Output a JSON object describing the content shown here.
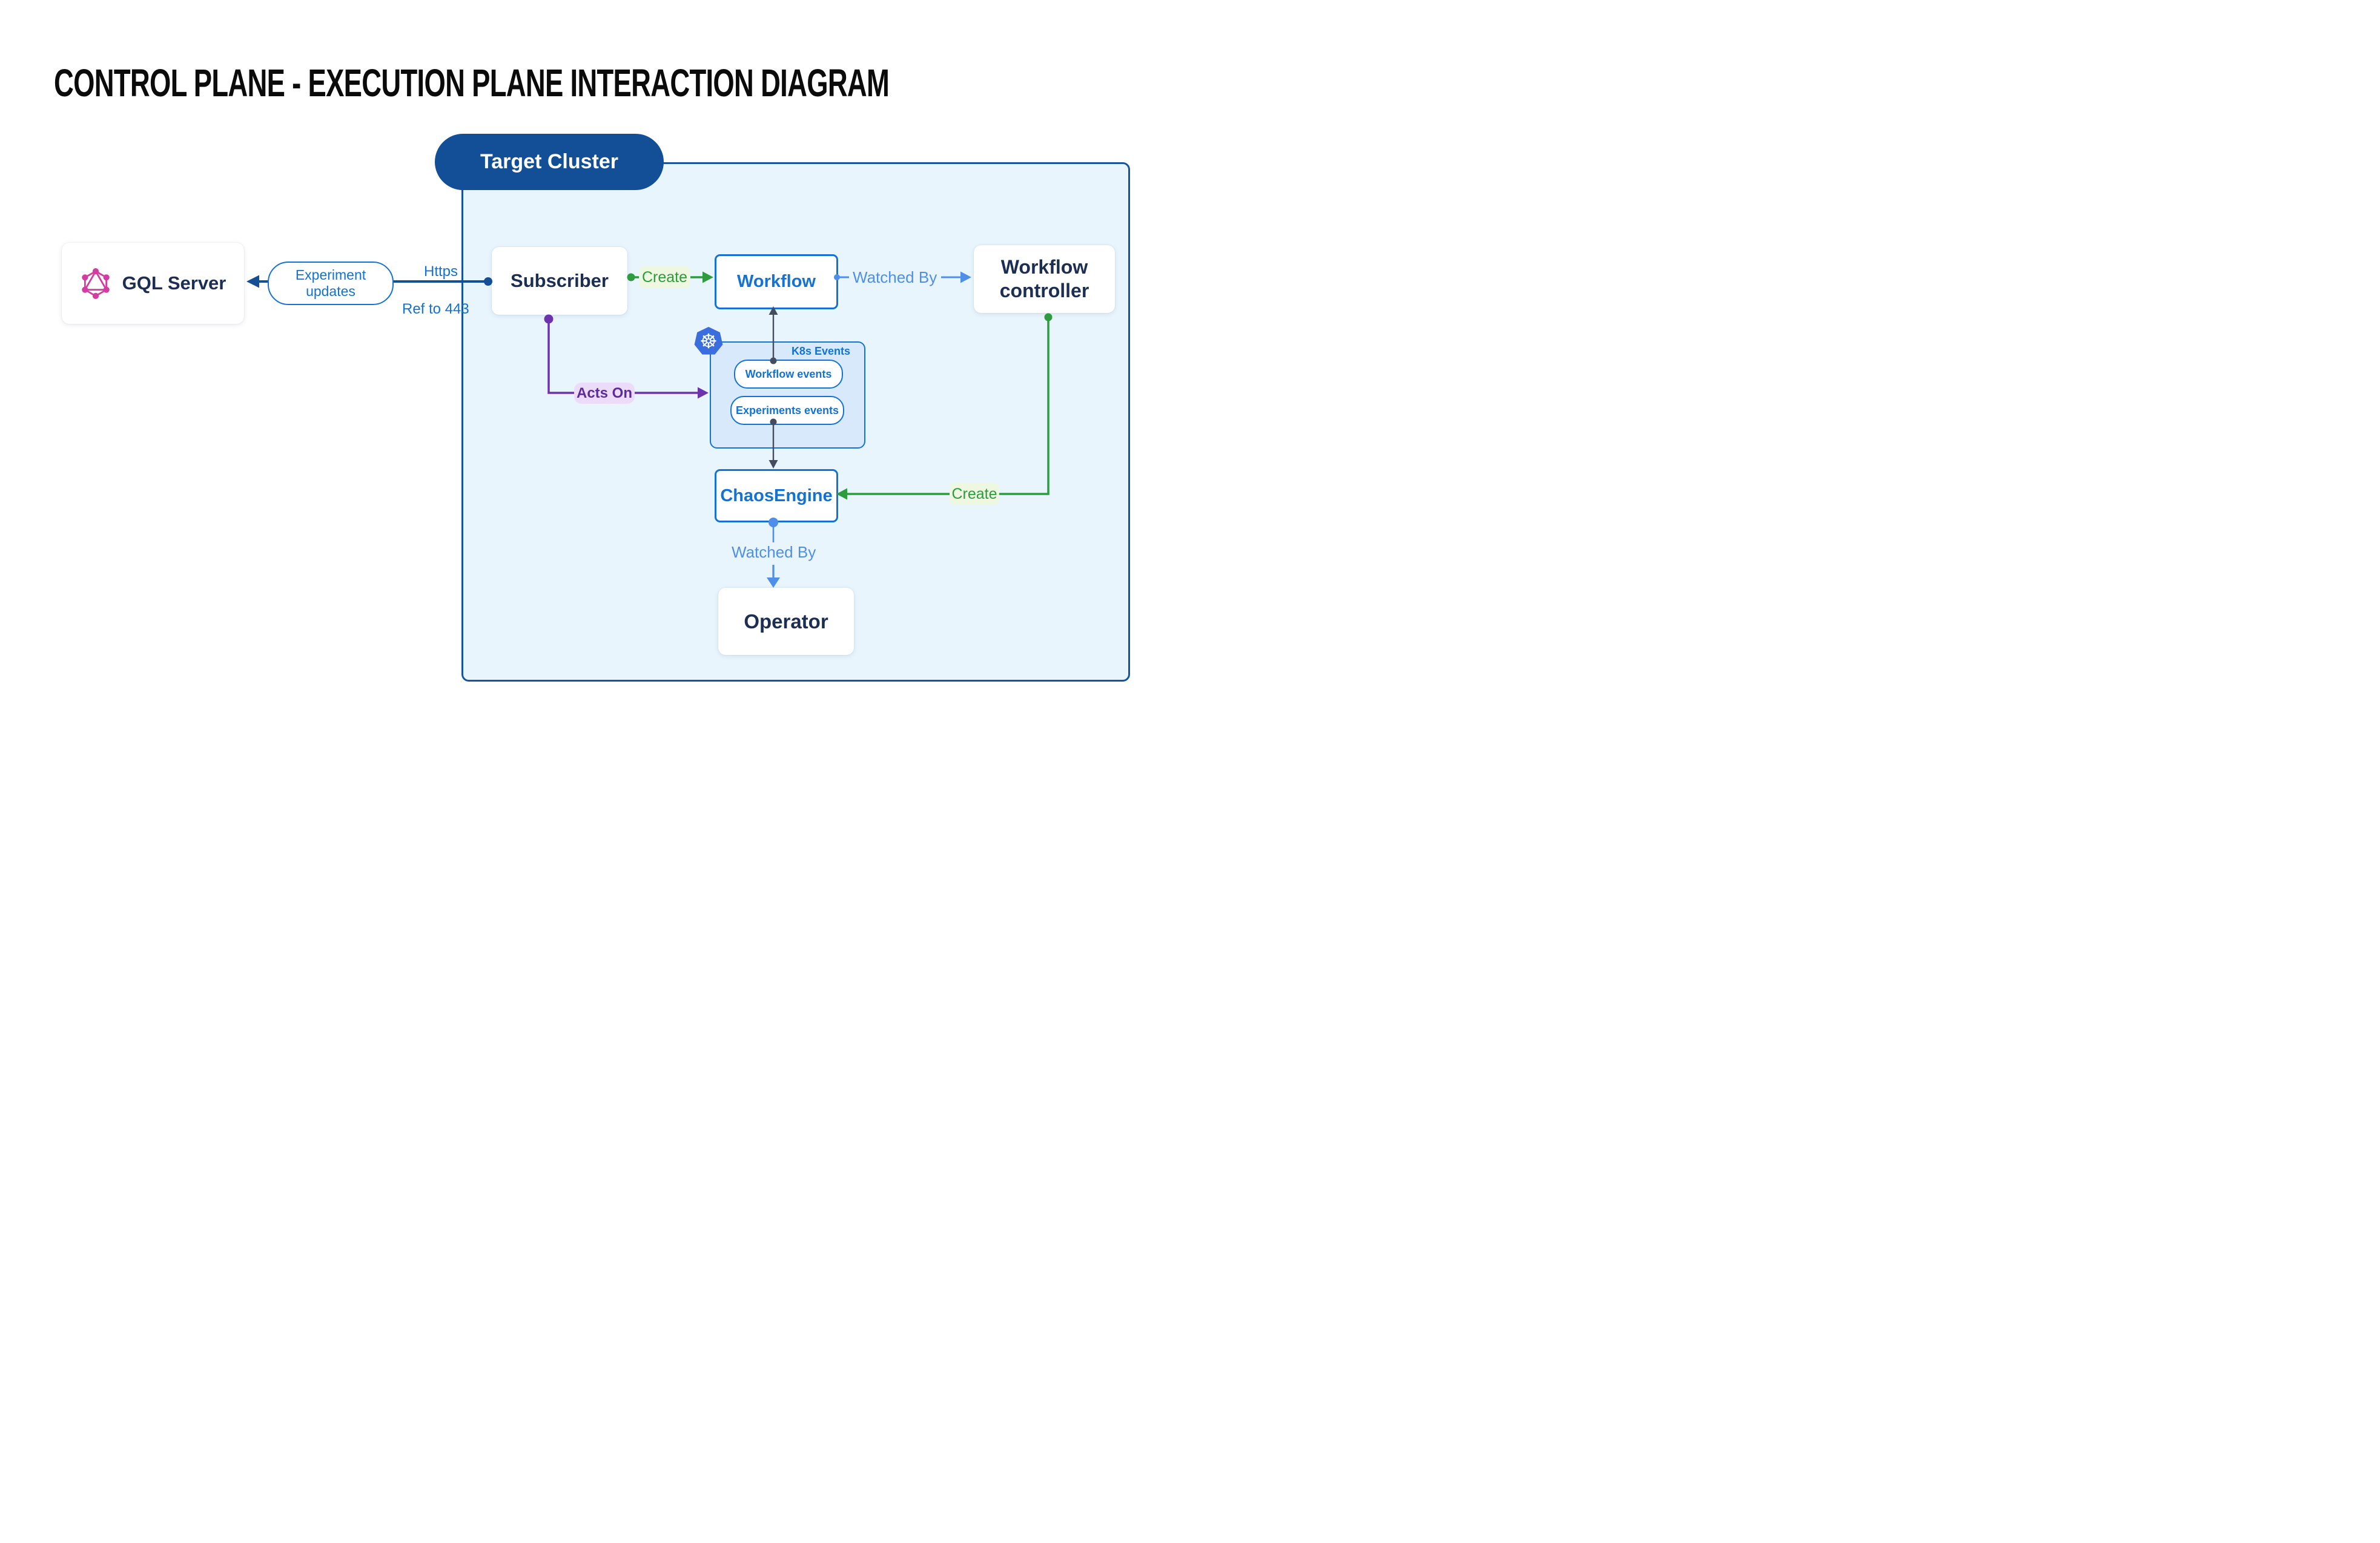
{
  "title": "CONTROL PLANE - EXECUTION PLANE INTERACTION DIAGRAM",
  "cluster": {
    "label": "Target Cluster"
  },
  "nodes": {
    "gql_server": {
      "label": "GQL Server",
      "icon": "graphql-icon"
    },
    "subscriber": {
      "label": "Subscriber"
    },
    "workflow": {
      "label": "Workflow"
    },
    "workflow_controller": {
      "label": "Workflow controller"
    },
    "chaos_engine": {
      "label": "ChaosEngine"
    },
    "operator": {
      "label": "Operator"
    },
    "k8s_events": {
      "label": "K8s Events",
      "icon": "kubernetes-icon",
      "items": [
        {
          "label": "Workflow events"
        },
        {
          "label": "Experiments events"
        }
      ]
    }
  },
  "edges": {
    "experiment_updates": {
      "label": "Experiment updates"
    },
    "https": {
      "label": "Https"
    },
    "ref_443": {
      "label": "Ref to 443"
    },
    "create_workflow": {
      "label": "Create"
    },
    "watched_by_controller": {
      "label": "Watched By"
    },
    "acts_on": {
      "label": "Acts On"
    },
    "create_chaosengine": {
      "label": "Create"
    },
    "watched_by_operator": {
      "label": "Watched By"
    }
  },
  "colors": {
    "cluster_fill": "#e9f5fd",
    "cluster_border": "#17549e",
    "cluster_pill": "#134f97",
    "node_blue": "#1273d4",
    "navy_text": "#1c2e52",
    "light_blue": "#4f8fea",
    "green": "#2c9c3e",
    "green_bg": "#eef7e0",
    "purple": "#6d32ae",
    "purple_text": "#5b2d9b",
    "purple_bg": "#eddcf9",
    "dark_connector": "#454c5e",
    "k8s_box_fill": "#d8e9fb",
    "k8s_icon_blue": "#3a6ede",
    "graphql_pink": "#d33da1"
  }
}
